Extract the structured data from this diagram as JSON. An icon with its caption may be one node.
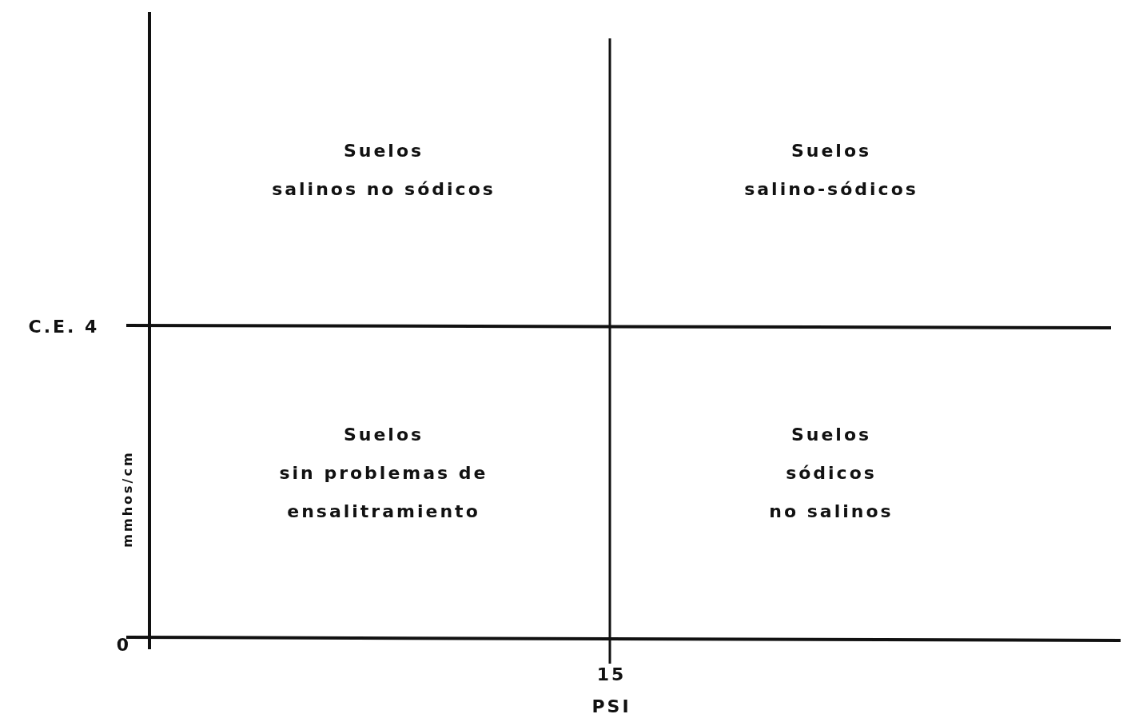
{
  "diagram": {
    "labels": [
      "Suelos salinos no sódicos",
      "Suelos salino-sódicos",
      "C.E. 4",
      "Suelos sin problemas de ensalitramiento",
      "Suelos sódicos no salinos",
      "mmhos/cm",
      "0",
      "15",
      "PSI"
    ]
  }
}
